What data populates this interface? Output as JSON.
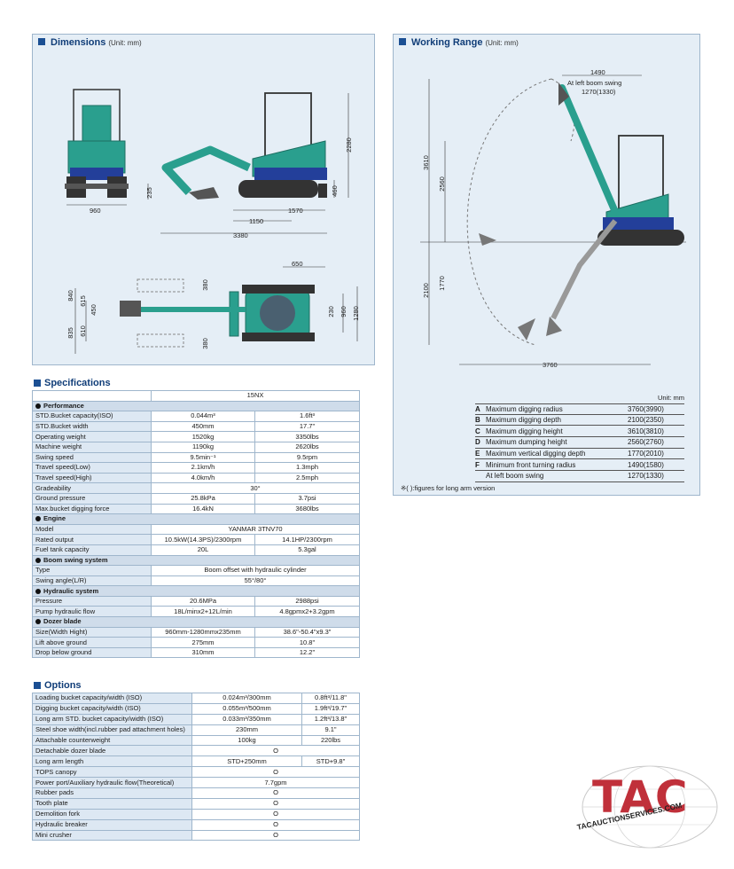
{
  "dimensions": {
    "title": "Dimensions",
    "unit": "(Unit: mm)",
    "side_labels": {
      "height": "2280",
      "blade_h": "460",
      "arm_off": "235",
      "track_len": "1570",
      "front": "1150",
      "overall": "3380",
      "width": "960"
    },
    "top_labels": {
      "w650": "650",
      "l840": "840",
      "l615": "615",
      "l450": "450",
      "l835": "835",
      "l610": "610",
      "r380a": "380",
      "r380b": "380",
      "r230": "230",
      "r960": "960",
      "r1280": "1280"
    }
  },
  "working_range": {
    "title": "Working Range",
    "unit": "(Unit: mm)",
    "diagram_labels": {
      "top_w": "1490",
      "note1": "At left boom swing",
      "note2": "1270(1330)",
      "h3610": "3610",
      "h2560": "2560",
      "d2100": "2100",
      "d1770": "1770",
      "w3760": "3760"
    },
    "table_unit": "Unit: mm",
    "rows": [
      {
        "key": "A",
        "name": "Maximum digging radius",
        "value": "3760(3990)"
      },
      {
        "key": "B",
        "name": "Maximum digging depth",
        "value": "2100(2350)"
      },
      {
        "key": "C",
        "name": "Maximum digging height",
        "value": "3610(3810)"
      },
      {
        "key": "D",
        "name": "Maximum dumping height",
        "value": "2560(2760)"
      },
      {
        "key": "E",
        "name": "Maximum vertical digging depth",
        "value": "1770(2010)"
      },
      {
        "key": "F",
        "name": "Minimum front turning radius",
        "value": "1490(1580)"
      },
      {
        "key": "",
        "name": "At left boom swing",
        "value": "1270(1330)"
      }
    ],
    "note": "※( ):figures for long arm version"
  },
  "specifications": {
    "title": "Specifications",
    "model": "15NX",
    "sections": [
      {
        "name": "Performance",
        "rows": [
          [
            "STD.Bucket capacity(ISO)",
            "0.044m³",
            "1.6ft³"
          ],
          [
            "STD.Bucket width",
            "450mm",
            "17.7\""
          ],
          [
            "Operating weight",
            "1520kg",
            "3350lbs"
          ],
          [
            "Machine weight",
            "1190kg",
            "2620lbs"
          ],
          [
            "Swing speed",
            "9.5min⁻¹",
            "9.5rpm"
          ],
          [
            "Travel speed(Low)",
            "2.1km/h",
            "1.3mph"
          ],
          [
            "Travel speed(High)",
            "4.0km/h",
            "2.5mph"
          ],
          [
            "Gradeability",
            "30°"
          ],
          [
            "Ground pressure",
            "25.8kPa",
            "3.7psi"
          ],
          [
            "Max.bucket digging force",
            "16.4kN",
            "3680lbs"
          ]
        ]
      },
      {
        "name": "Engine",
        "rows": [
          [
            "Model",
            "YANMAR 3TNV70"
          ],
          [
            "Rated output",
            "10.5kW(14.3PS)/2300rpm",
            "14.1HP/2300rpm"
          ],
          [
            "Fuel tank capacity",
            "20L",
            "5.3gal"
          ]
        ]
      },
      {
        "name": "Boom swing system",
        "rows": [
          [
            "Type",
            "Boom offset with hydraulic cylinder"
          ],
          [
            "Swing angle(L/R)",
            "55°/80°"
          ]
        ]
      },
      {
        "name": "Hydraulic system",
        "rows": [
          [
            "Pressure",
            "20.6MPa",
            "2988psi"
          ],
          [
            "Pump hydraulic flow",
            "18L/minx2+12L/min",
            "4.8gpmx2+3.2gpm"
          ]
        ]
      },
      {
        "name": "Dozer blade",
        "rows": [
          [
            "Size(Width   Hight)",
            "960mm-1280mmx235mm",
            "38.6\"-50.4\"x9.3\""
          ],
          [
            "Lift above ground",
            "275mm",
            "10.8\""
          ],
          [
            "Drop below ground",
            "310mm",
            "12.2\""
          ]
        ]
      }
    ]
  },
  "options": {
    "title": "Options",
    "rows": [
      [
        "Loading bucket capacity/width (ISO)",
        "0.024m³/300mm",
        "0.8ft³/11.8\""
      ],
      [
        "Digging bucket capacity/width (ISO)",
        "0.055m³/500mm",
        "1.9ft³/19.7\""
      ],
      [
        "Long arm STD. bucket capacity/width (ISO)",
        "0.033m³/350mm",
        "1.2ft³/13.8\""
      ],
      [
        "Steel shoe width(incl.rubber pad attachment holes)",
        "230mm",
        "9.1\""
      ],
      [
        "Attachable counterweight",
        "100kg",
        "220lbs"
      ],
      [
        "Detachable dozer blade",
        "O"
      ],
      [
        "Long arm length",
        "STD+250mm",
        "STD+9.8\""
      ],
      [
        "TOPS canopy",
        "O"
      ],
      [
        "Power port/Auxiliary hydraulic flow(Theoretical)",
        "7.7gpm"
      ],
      [
        "Rubber pads",
        "O"
      ],
      [
        "Tooth plate",
        "O"
      ],
      [
        "Demolition fork",
        "O"
      ],
      [
        "Hydraulic breaker",
        "O"
      ],
      [
        "Mini crusher",
        "O"
      ]
    ]
  },
  "logo": {
    "text": "TAC",
    "url": "TACAUCTIONSERVICES.COM"
  },
  "colors": {
    "panel_bg": "#e5eef6",
    "title_blue": "#103d78",
    "machine_teal": "#2a9f8e",
    "machine_blue": "#233f9a",
    "logo_red": "#c0303a"
  }
}
